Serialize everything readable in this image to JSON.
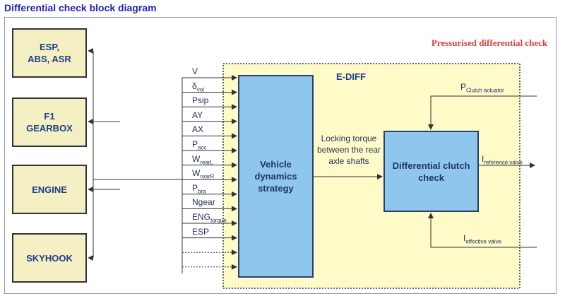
{
  "title": "Differential check block diagram",
  "systems": [
    "ESP,\nABS, ASR",
    "F1\nGEARBOX",
    "ENGINE",
    "SKYHOOK"
  ],
  "signals": [
    {
      "main": "V",
      "sub": ""
    },
    {
      "main": "δ",
      "sub": "vol"
    },
    {
      "main": "Psip",
      "sub": ""
    },
    {
      "main": "AY",
      "sub": ""
    },
    {
      "main": "AX",
      "sub": ""
    },
    {
      "main": "P",
      "sub": "acc"
    },
    {
      "main": "W",
      "sub": "rearL"
    },
    {
      "main": "W",
      "sub": "rearR"
    },
    {
      "main": "P",
      "sub": "bra"
    },
    {
      "main": "Ngear",
      "sub": ""
    },
    {
      "main": "ENG",
      "sub": "torque"
    },
    {
      "main": "ESP",
      "sub": ""
    }
  ],
  "pressurised_label": "Pressurised differential check",
  "ediff_label": "E-DIFF",
  "vds_block": "Vehicle dynamics strategy",
  "locking_label": "Locking torque between the rear axle shafts",
  "dcc_block": "Differential clutch check",
  "clutch_actuator": {
    "main": "P",
    "sub": "Clutch actuator"
  },
  "reference_valve": {
    "main": "I",
    "sub": "reference valve"
  },
  "effective_valve": {
    "main": "I",
    "sub": "effective valve"
  },
  "colors": {
    "title": "#1f24b8",
    "system_fill": "#f5f0c3",
    "ediff_fill": "#fefbc8",
    "block_fill": "#8ec6ee",
    "pressurised_text": "#d9413d"
  }
}
